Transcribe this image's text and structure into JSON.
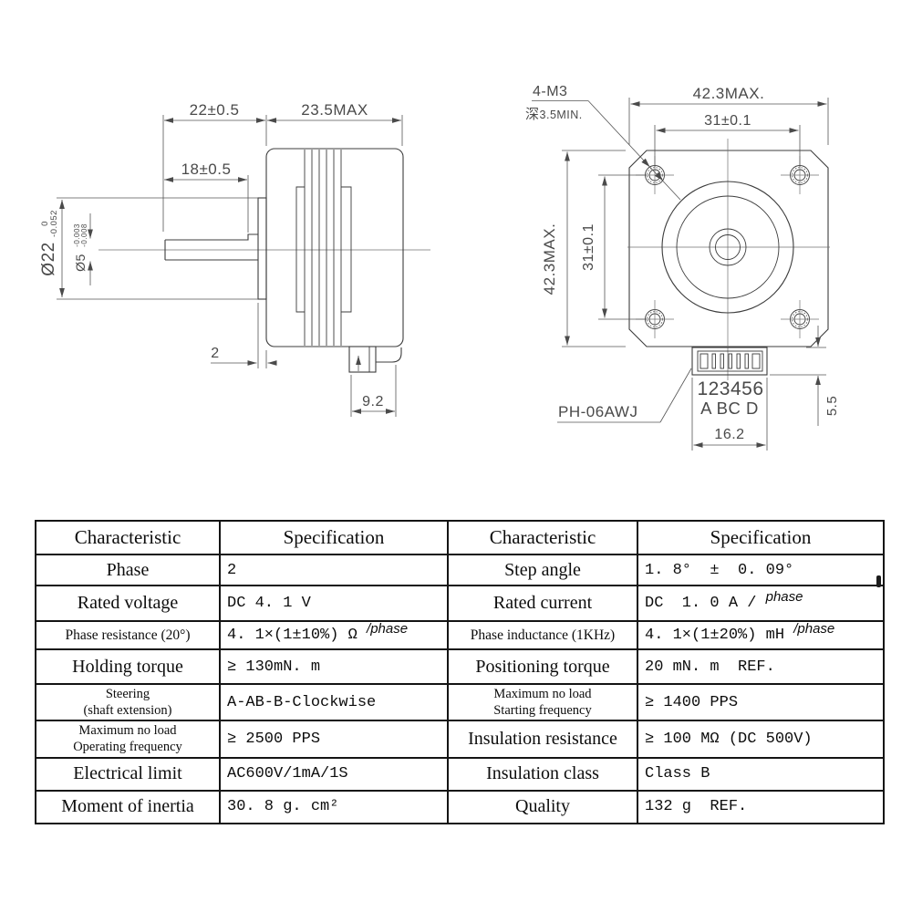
{
  "drawing": {
    "side_view": {
      "dim_shaft_length": "22±0.5",
      "dim_body_length": "23.5MAX",
      "dim_shaft_flat_length": "18±0.5",
      "pilot_diameter_main": "Ø22",
      "pilot_diameter_tol_upper": "0",
      "pilot_diameter_tol_lower": "-0.052",
      "shaft_diameter_main": "Ø5",
      "shaft_diameter_tol_upper": "-0.003",
      "shaft_diameter_tol_lower": "-0.008",
      "dim_pilot_boss_depth": "2",
      "dim_rear_connector": "9.2"
    },
    "front_view": {
      "dim_width": "42.3MAX.",
      "dim_mount_hole_spacing_h": "31±0.1",
      "dim_height": "42.3MAX.",
      "dim_mount_hole_spacing_v": "31±0.1",
      "mount_holes_label": "4-M3",
      "mount_holes_depth_prefix": "深",
      "mount_holes_depth": "3.5MIN.",
      "connector_model": "PH-06AWJ",
      "connector_pin_numbers": "123456",
      "connector_pin_letters": "A BC D",
      "dim_connector_width": "16.2",
      "dim_connector_height": "5.5"
    }
  },
  "spec_table": {
    "headers": [
      "Characteristic",
      "Specification",
      "Characteristic",
      "Specification"
    ],
    "rows": [
      {
        "c1": [
          "Phase"
        ],
        "v1": [
          {
            "t": "2"
          }
        ],
        "c2": [
          "Step angle"
        ],
        "v2": [
          {
            "t": "1. 8°  ±  0. 09°"
          }
        ]
      },
      {
        "c1": [
          "Rated voltage"
        ],
        "v1": [
          {
            "t": "DC 4. 1 V"
          }
        ],
        "c2": [
          "Rated current"
        ],
        "v2": [
          {
            "t": "DC  1. 0 A / "
          },
          {
            "t": "phase",
            "sup": true
          }
        ]
      },
      {
        "c1": [
          "Phase resistance (20°)"
        ],
        "c1_small": true,
        "v1": [
          {
            "t": "4. 1×(1±10%) Ω "
          },
          {
            "t": "/phase",
            "sup": true
          }
        ],
        "c2": [
          "Phase inductance (1KHz)"
        ],
        "c2_small": true,
        "v2": [
          {
            "t": "4. 1×(1±20%) mH "
          },
          {
            "t": "/phase",
            "sup": true
          }
        ]
      },
      {
        "c1": [
          "Holding torque"
        ],
        "v1": [
          {
            "t": "≥ 130mN. m"
          }
        ],
        "c2": [
          "Positioning torque"
        ],
        "v2": [
          {
            "t": "20 mN. m  REF."
          }
        ]
      },
      {
        "c1": [
          "Steering",
          "(shaft extension)"
        ],
        "v1": [
          {
            "t": "A-AB-B-Clockwise"
          }
        ],
        "c2": [
          "Maximum no load",
          "Starting frequency"
        ],
        "v2": [
          {
            "t": "≥ 1400 PPS"
          }
        ]
      },
      {
        "c1": [
          "Maximum no load",
          "Operating frequency"
        ],
        "v1": [
          {
            "t": "≥ 2500 PPS"
          }
        ],
        "c2": [
          "Insulation resistance"
        ],
        "v2": [
          {
            "t": "≥ 100 MΩ (DC 500V)"
          }
        ]
      },
      {
        "c1": [
          "Electrical limit"
        ],
        "v1": [
          {
            "t": "AC600V/1mA/1S"
          }
        ],
        "c2": [
          "Insulation class"
        ],
        "v2": [
          {
            "t": "Class B"
          }
        ]
      },
      {
        "c1": [
          "Moment of inertia"
        ],
        "v1": [
          {
            "t": "30. 8 g. cm²"
          }
        ],
        "c2": [
          "Quality"
        ],
        "v2": [
          {
            "t": "132 g  REF."
          }
        ]
      }
    ]
  }
}
